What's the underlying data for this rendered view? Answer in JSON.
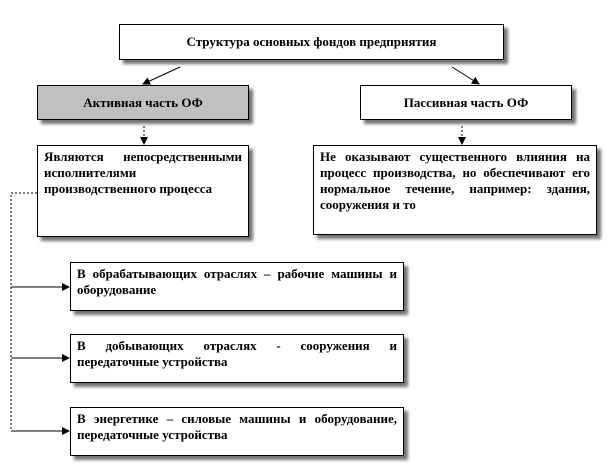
{
  "diagram": {
    "title": "Структура основных фондов предприятия",
    "active": {
      "label": "Активная часть ОФ",
      "description": "Являются непосредственными исполнителями производственного процесса"
    },
    "passive": {
      "label": "Пассивная часть ОФ",
      "description": "Не оказывают существенного влияния на процесс производства, но обеспечивают его нормальное течение, например: здания, сооружения и то"
    },
    "items": [
      {
        "text": "В обрабатывающих отраслях – рабочие машины и оборудование"
      },
      {
        "text": "В добывающих отраслях - сооружения и передаточные устройства"
      },
      {
        "text": "В энергетике – силовые машины и оборудование, передаточные устройства"
      }
    ],
    "colors": {
      "active_fill": "#c0c0c0",
      "box_border": "#000000",
      "shadow": "#000000"
    }
  }
}
